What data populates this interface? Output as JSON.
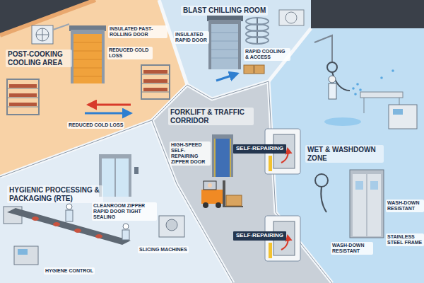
{
  "diagram": {
    "nodes": [
      {
        "text": [
          "POST-COOKING COOLING AREA"
        ]
      },
      {
        "text": [
          "BLAST CHILLING ROOM"
        ]
      },
      {
        "text": [
          "FORKLIFT & TRAFFIC CORRIDOR"
        ]
      },
      {
        "text": [
          "SELF-REPAIRING"
        ],
        "in": 2
      },
      {
        "text": [
          "SELF-REPAIRING"
        ],
        "in": 2
      },
      {
        "text": [
          "WET & WASHDOWN ZONE"
        ]
      },
      {
        "text": [
          "HYGIENIC PROCESSING & PACKAGING (RTE)"
        ]
      }
    ],
    "labels": [
      "INSULATED FAST-ROLLING DOOR",
      "REDUCED COLD LOSS",
      "REDUCED COLD LOSS",
      "INSULATED RAPID DOOR",
      "RAPID COOLING & ACCESS",
      "HIGH-SPEED SELF-REPAIRING ZIPPER DOOR",
      "WASH-DOWN RESISTANT",
      "WASH-DOWN RESISTANT",
      "STAINLESS STEEL FRAME",
      "CLEANROOM ZIPPER RAPID DOOR TIGHT SEALING",
      "SLICING MACHINES",
      "HYGIENE CONTROL"
    ]
  }
}
